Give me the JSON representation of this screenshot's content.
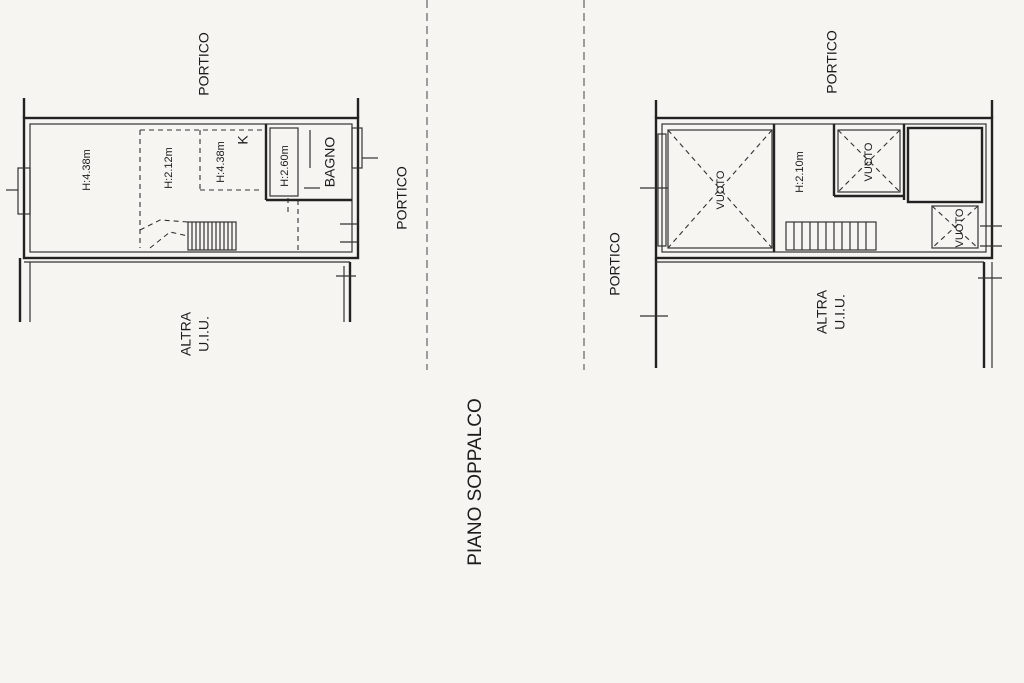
{
  "drawing": {
    "title": "PIANO SOPPALCO",
    "left_plan": {
      "portico_top": "PORTICO",
      "portico_right": "PORTICO",
      "altra_line1": "ALTRA",
      "altra_line2": "U.I.U.",
      "room_h1": "H:4.38m",
      "room_h2": "H:2.12m",
      "room_h3": "H:4.38m",
      "room_k": "K",
      "room_h4": "H:2.60m",
      "bagno": "BAGNO"
    },
    "right_plan": {
      "portico_top": "PORTICO",
      "portico_left": "PORTICO",
      "altra_line1": "ALTRA",
      "altra_line2": "U.I.U.",
      "vuoto_1": "VUOTO",
      "room_h": "H:2.10m",
      "vuoto_2": "VUOTO",
      "vuoto_3": "VUOTO"
    }
  }
}
